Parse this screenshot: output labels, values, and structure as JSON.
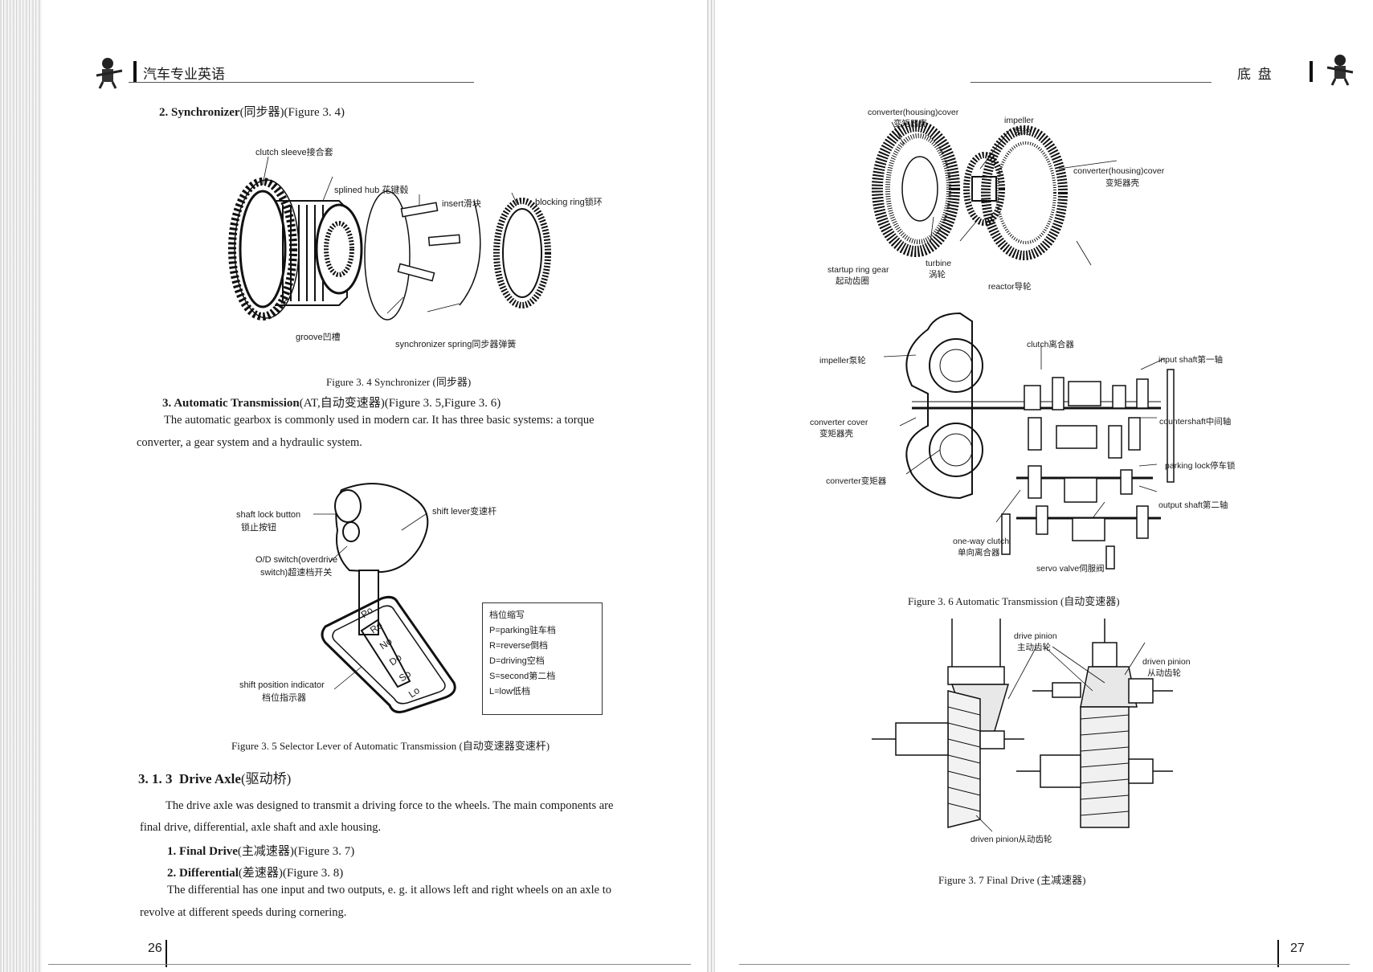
{
  "left_page": {
    "header": "汽车专业英语",
    "page_number": "26",
    "sec_synchronizer": {
      "num": "2.",
      "title": "Synchronizer",
      "rest": "(同步器)(Figure 3. 4)"
    },
    "fig34": {
      "labels": {
        "clutch_sleeve": "clutch sleeve接合套",
        "splined_hub": "splined hub 花键毂",
        "insert": "insert滑块",
        "blocking_ring": "blocking ring锁环",
        "groove": "groove凹槽",
        "sync_spring": "synchronizer spring同步器弹簧"
      },
      "caption": "Figure 3. 4   Synchronizer (同步器)"
    },
    "sec_at": {
      "num": "3.",
      "title": "Automatic Transmission",
      "rest": "(AT,自动变速器)(Figure 3. 5,Figure 3. 6)"
    },
    "para_at_1": "The automatic gearbox is commonly used in modern car.  It has three basic systems: a torque",
    "para_at_2": "converter,  a gear system and a hydraulic system.",
    "fig35": {
      "labels": {
        "shaft_lock_1": "shaft lock button",
        "shaft_lock_2": "锁止按钮",
        "shift_lever": "shift lever变速杆",
        "od_1": "O/D switch(overdrive",
        "od_2": "switch)超速档开关",
        "indicator_1": "shift position indicator",
        "indicator_2": "档位指示器"
      },
      "gate": [
        "Po",
        "Ro",
        "No",
        "Do",
        "So",
        "Lo"
      ],
      "legend": [
        "档位缩写",
        "P=parking驻车档",
        "R=reverse倒档",
        "D=driving空档",
        "S=second第二档",
        "L=low低档"
      ],
      "caption": "Figure 3. 5   Selector Lever of Automatic Transmission (自动变速器变速杆)"
    },
    "sec_drive_axle": {
      "num": "3. 1. 3",
      "title": "Drive Axle",
      "rest": "(驱动桥)"
    },
    "para_axle_1": "The drive axle was designed to transmit a driving force to the wheels.  The main components are",
    "para_axle_2": "final drive,  differential,  axle shaft and axle housing.",
    "item_final_drive": {
      "num": "1.",
      "title": "Final Drive",
      "rest": "(主减速器)(Figure 3. 7)"
    },
    "item_differential": {
      "num": "2.",
      "title": "Differential",
      "rest": "(差速器)(Figure 3. 8)"
    },
    "para_diff_1": "The differential has one input and two outputs,  e. g. it allows left and right wheels on an axle to",
    "para_diff_2": "revolve at different speeds during cornering."
  },
  "right_page": {
    "header": "底  盘",
    "page_number": "27",
    "fig36": {
      "labels": {
        "conv_cover_top_1": "converter(housing)cover",
        "conv_cover_top_2": "变矩器壳",
        "impeller_top_1": "impeller",
        "impeller_top_2": "泵轮",
        "conv_cover_right_1": "converter(housing)cover",
        "conv_cover_right_2": "变矩器壳",
        "startup_1": "startup ring gear",
        "startup_2": "起动齿圈",
        "turbine_1": "turbine",
        "turbine_2": "涡轮",
        "reactor": "reactor导轮",
        "impeller_side": "impeller泵轮",
        "clutch": "clutch离合器",
        "input_shaft": "input shaft第一轴",
        "conv_cover_left_1": "converter cover",
        "conv_cover_left_2": "变矩器壳",
        "countershaft": "countershaft中间轴",
        "parking_lock": "parking lock停车锁",
        "converter": "converter变矩器",
        "output_shaft": "output shaft第二轴",
        "one_way_1": "one-way clutch",
        "one_way_2": "单向离合器",
        "servo": "servo valve伺服阀"
      },
      "caption": "Figure 3. 6   Automatic Transmission (自动变速器)"
    },
    "fig37": {
      "labels": {
        "drive_pinion_1": "drive pinion",
        "drive_pinion_2": "主动齿轮",
        "driven_pinion_1": "driven pinion",
        "driven_pinion_2": "从动齿轮",
        "driven_pinion_bottom": "driven pinion从动齿轮"
      },
      "caption": "Figure 3. 7   Final Drive (主减速器)"
    }
  }
}
